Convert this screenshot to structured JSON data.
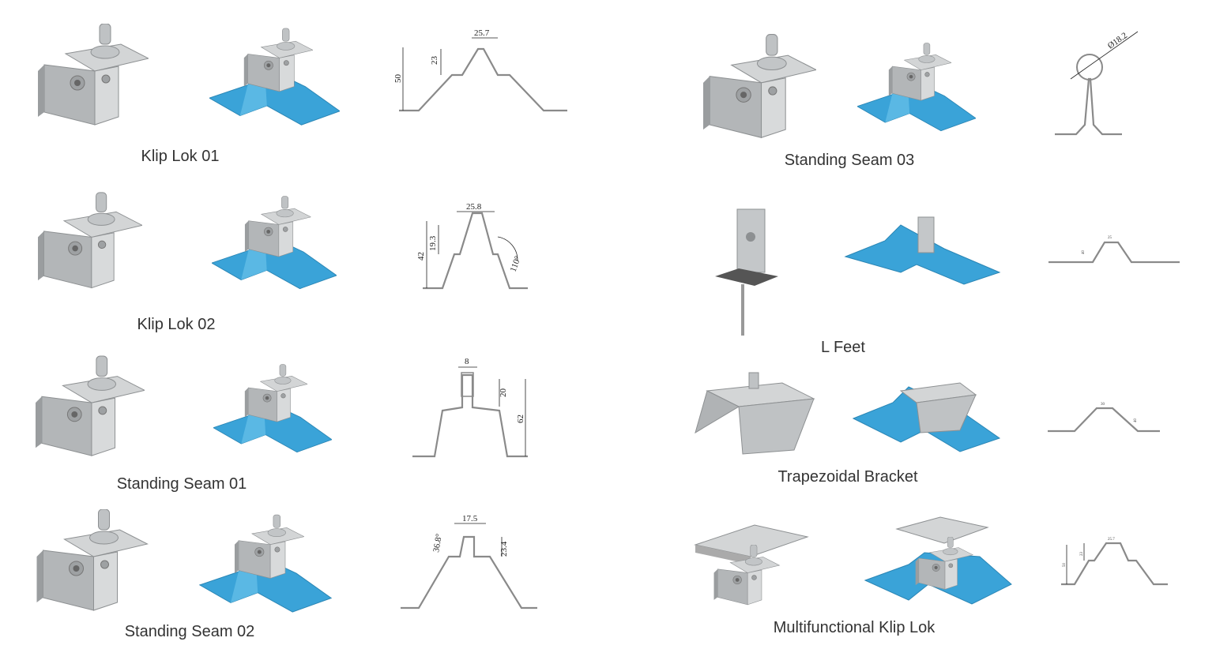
{
  "products": [
    {
      "name": "Klip Lok 01",
      "dims": [
        "25.7",
        "23",
        "50"
      ]
    },
    {
      "name": "Klip Lok 02",
      "dims": [
        "25.8",
        "19.3",
        "42",
        "110°"
      ]
    },
    {
      "name": "Standing Seam 01",
      "dims": [
        "8",
        "20",
        "62"
      ]
    },
    {
      "name": "Standing Seam 02",
      "dims": [
        "17.5",
        "36.8°",
        "23.4"
      ]
    },
    {
      "name": "Standing Seam 03",
      "dims": [
        "Ø18.2"
      ]
    },
    {
      "name": "L Feet",
      "dims": [
        "25",
        "40"
      ]
    },
    {
      "name": "Trapezoidal Bracket",
      "dims": [
        "30",
        "40"
      ]
    },
    {
      "name": "Multifunctional Klip Lok",
      "dims": [
        "25.7",
        "23",
        "50"
      ]
    }
  ],
  "colors": {
    "sheet": "#3aa3d8",
    "metal": "#c4c7c9"
  }
}
